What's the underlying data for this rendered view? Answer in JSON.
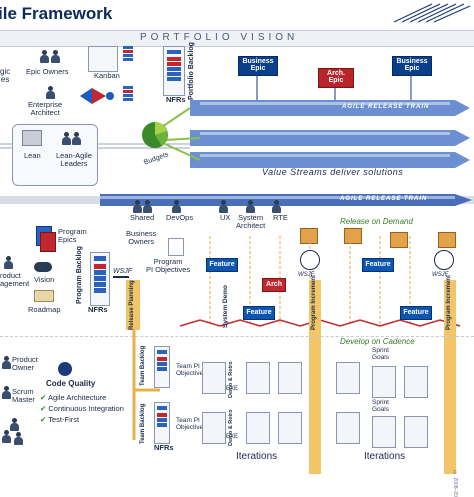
{
  "header": {
    "title": "ile Framework",
    "copyright": "© 2008–20"
  },
  "portfolio": {
    "band_label": "PORTFOLIO VISION",
    "left_labels": [
      "gic",
      "es"
    ],
    "epic_owners": "Epic Owners",
    "kanban": "Kanban",
    "enterprise_architect": "Enterprise\nArchitect",
    "portfolio_backlog": "Portfolio Backlog",
    "nfrs": "NFRs",
    "budgets": "Budgets",
    "business_epic_1": "Business\nEpic",
    "arch_epic": "Arch.\nEpic",
    "business_epic_2": "Business\nEpic",
    "art_label": "AGILE RELEASE TRAIN",
    "value_streams": "Value Streams deliver solutions",
    "lean": "Lean",
    "lean_agile_leaders": "Lean-Agile\nLeaders"
  },
  "program": {
    "art_label": "AGILE RELEASE TRAIN",
    "release_on_demand": "Release on Demand",
    "develop_on_cadence": "Develop on Cadence",
    "roles": [
      "Shared",
      "DevOps",
      "UX",
      "System\nArchitect",
      "RTE"
    ],
    "business_owners": "Business\nOwners",
    "program_epics": "Program\nEpics",
    "product_management": "roduct\nagement",
    "vision": "Vision",
    "roadmap": "Roadmap",
    "program_backlog": "Program Backlog",
    "nfrs": "NFRs",
    "wsjf": "WSJF",
    "program_pi_objectives": "Program\nPI Objectives",
    "release_planning": "Release Planning",
    "system_demo": "System Demo",
    "program_increment": "Program Increment",
    "features": [
      "Feature",
      "Feature",
      "Feature",
      "Feature"
    ],
    "arch": "Arch"
  },
  "team": {
    "product_owner": "Product\nOwner",
    "scrum_master": "Scrum\nMaster",
    "code_quality": "Code Quality",
    "practices": [
      "Agile Architecture",
      "Continuous Integration",
      "Test-First"
    ],
    "team_backlog": "Team Backlog",
    "team_pi_objectives": "Team PI\nObjectives",
    "nfrs": "NFRs",
    "demo_retro": "Demo & Retro",
    "exe": "EXE",
    "sprint_goals": "Sprint\nGoals",
    "iterations_1": "Iterations",
    "iterations_2": "Iterations"
  },
  "colors": {
    "navy": "#0a3f8c",
    "red": "#c0282e",
    "orange": "#e8b04a",
    "band_gray": "#d8dde6"
  }
}
